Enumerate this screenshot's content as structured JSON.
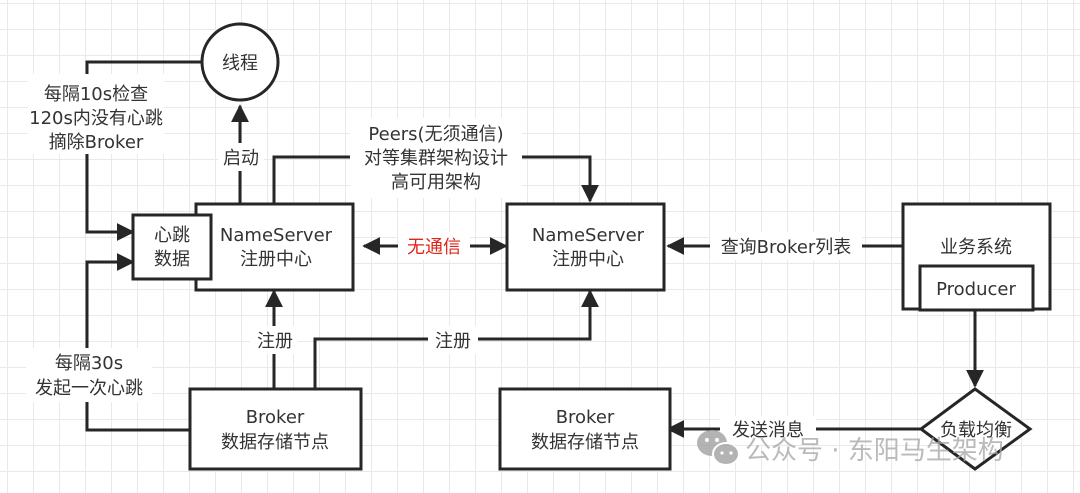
{
  "nodes": {
    "thread": "线程",
    "nameserver_left": [
      "NameServer",
      "注册中心"
    ],
    "heartbeat_data": [
      "心跳",
      "数据"
    ],
    "nameserver_right": [
      "NameServer",
      "注册中心"
    ],
    "business_system": "业务系统",
    "producer": "Producer",
    "broker_left": [
      "Broker",
      "数据存储节点"
    ],
    "broker_right": [
      "Broker",
      "数据存储节点"
    ],
    "load_balance": "负载均衡"
  },
  "edges": {
    "check_label": [
      "每隔10s检查",
      "120s内没有心跳",
      "摘除Broker"
    ],
    "start_label": "启动",
    "peers_label": [
      "Peers(无须通信)",
      "对等集群架构设计",
      "高可用架构"
    ],
    "no_comm_label": "无通信",
    "query_label": "查询Broker列表",
    "register_left_label": "注册",
    "register_right_label": "注册",
    "heartbeat_label": [
      "每隔30s",
      "发起一次心跳"
    ],
    "send_label": "发送消息"
  },
  "watermark": "公众号 · 东阳马生架构",
  "colors": {
    "line": "#262626",
    "highlight": "#e0241b",
    "watermark": "#a6a6a6"
  }
}
